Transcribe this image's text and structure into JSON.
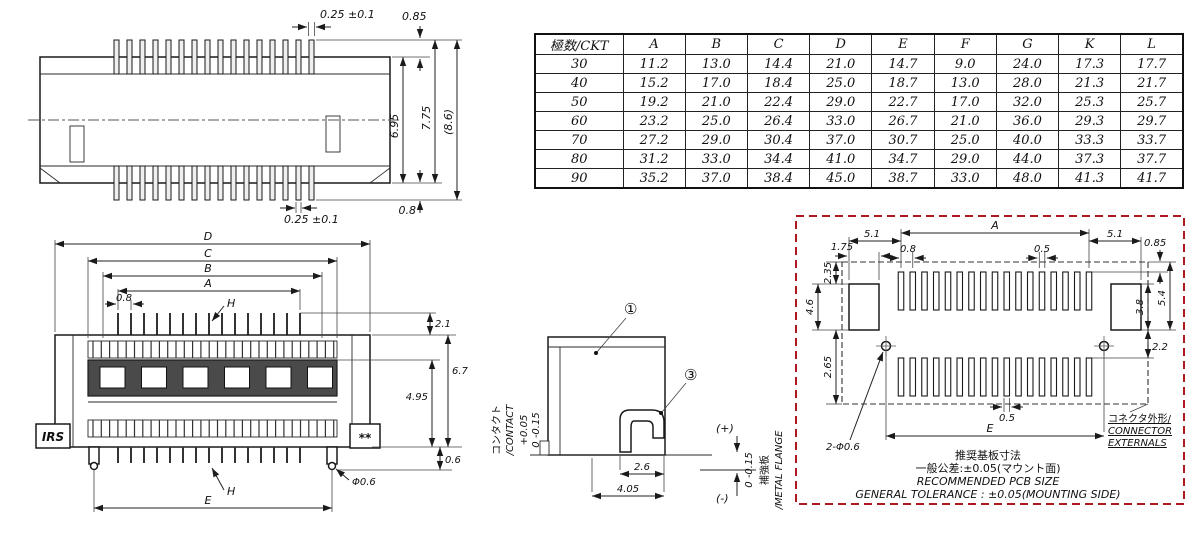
{
  "table": {
    "col_headers": [
      "極数/CKT",
      "A",
      "B",
      "C",
      "D",
      "E",
      "F",
      "G",
      "K",
      "L"
    ],
    "rows": [
      [
        "30",
        "11.2",
        "13.0",
        "14.4",
        "21.0",
        "14.7",
        "9.0",
        "24.0",
        "17.3",
        "17.7"
      ],
      [
        "40",
        "15.2",
        "17.0",
        "18.4",
        "25.0",
        "18.7",
        "13.0",
        "28.0",
        "21.3",
        "21.7"
      ],
      [
        "50",
        "19.2",
        "21.0",
        "22.4",
        "29.0",
        "22.7",
        "17.0",
        "32.0",
        "25.3",
        "25.7"
      ],
      [
        "60",
        "23.2",
        "25.0",
        "26.4",
        "33.0",
        "26.7",
        "21.0",
        "36.0",
        "29.3",
        "29.7"
      ],
      [
        "70",
        "27.2",
        "29.0",
        "30.4",
        "37.0",
        "30.7",
        "25.0",
        "40.0",
        "33.3",
        "33.7"
      ],
      [
        "80",
        "31.2",
        "33.0",
        "34.4",
        "41.0",
        "34.7",
        "29.0",
        "44.0",
        "37.3",
        "37.7"
      ],
      [
        "90",
        "35.2",
        "37.0",
        "38.4",
        "45.0",
        "38.7",
        "33.0",
        "48.0",
        "41.3",
        "41.7"
      ]
    ]
  },
  "side_view": {
    "pin_width_top": "0.25 ±0.1",
    "pin_protrusion_top": "0.85",
    "body_height": "6.95",
    "height_with_pins": "7.75",
    "total_height": "(8.6)",
    "pin_protrusion_bottom": "0.8",
    "pin_width_bottom": "0.25 ±0.1"
  },
  "front_view": {
    "overall_width": "D",
    "width_c": "C",
    "width_b": "B",
    "width_a": "A",
    "pitch": "0.8",
    "h_top": "H",
    "h_bottom": "H",
    "height_21": "2.1",
    "height_67": "6.7",
    "height_495": "4.95",
    "peg_06": "0.6",
    "peg_dia": "Φ0.6",
    "span_e": "E",
    "brand": "IRS",
    "mark": "**"
  },
  "profile_view": {
    "callout_1": "①",
    "callout_3": "③",
    "contact_tol_plus": "+0.05",
    "contact_tol": "0 -0.15",
    "contact_jp": "コンタクト",
    "contact_en": "/CONTACT",
    "plus": "(+)",
    "flange_tol": "0 -0.15",
    "flange_jp": "補強板",
    "flange_en": "/METAL FLANGE",
    "minus": "(-)",
    "width_26": "2.6",
    "width_405": "4.05"
  },
  "pcb_view": {
    "d51l": "5.1",
    "a": "A",
    "d51r": "5.1",
    "d085": "0.85",
    "d175": "1.75",
    "d08": "0.8",
    "d05t": "0.5",
    "d235": "2.35",
    "d46": "4.6",
    "d265": "2.65",
    "d38": "3.8",
    "d54": "5.4",
    "d22": "2.2",
    "d05b": "0.5",
    "e": "E",
    "holes": "2-Φ0.6",
    "ext1": "コネクタ外形/",
    "ext2": "CONNECTOR",
    "ext3": "EXTERNALS",
    "note1": "推奨基板寸法",
    "note2": "一般公差:±0.05(マウント面)",
    "note3": "RECOMMENDED PCB SIZE",
    "note4": "GENERAL TOLERANCE : ±0.05(MOUNTING SIDE)",
    "border_color": "#b01820"
  }
}
